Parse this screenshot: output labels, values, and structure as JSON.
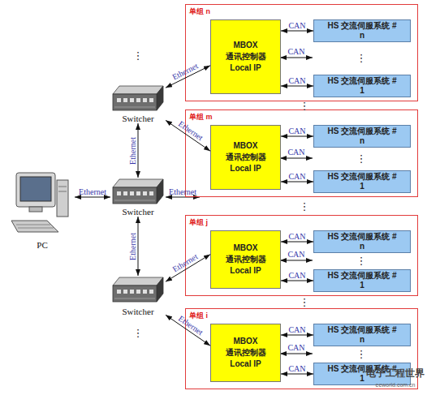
{
  "diagram": {
    "nodes": [
      {
        "text": [
          "单组 n"
        ]
      },
      {
        "text": [
          "MBOX",
          "通讯控制器",
          "Local IP"
        ],
        "in": 0
      },
      {
        "text": [
          "HS 交流伺服系统 # n"
        ],
        "in": 0
      },
      {
        "text": [
          "HS 交流伺服系统 # 1"
        ],
        "in": 0
      },
      {
        "text": [
          "单组 m"
        ]
      },
      {
        "text": [
          "MBOX",
          "通讯控制器",
          "Local IP"
        ],
        "in": 4
      },
      {
        "text": [
          "HS 交流伺服系统 # n"
        ],
        "in": 4
      },
      {
        "text": [
          "HS 交流伺服系统 # 1"
        ],
        "in": 4
      },
      {
        "text": [
          "单组 j"
        ]
      },
      {
        "text": [
          "MBOX",
          "通讯控制器",
          "Local IP"
        ],
        "in": 8
      },
      {
        "text": [
          "HS 交流伺服系统 # n"
        ],
        "in": 8
      },
      {
        "text": [
          "HS 交流伺服系统 # 1"
        ],
        "in": 8
      },
      {
        "text": [
          "单组 i"
        ]
      },
      {
        "text": [
          "MBOX",
          "通讯控制器",
          "Local IP"
        ],
        "in": 12
      },
      {
        "text": [
          "HS 交流伺服系统 # n"
        ],
        "in": 12
      },
      {
        "text": [
          "HS 交流伺服系统 # 1"
        ],
        "in": 12
      },
      {
        "text": [
          "Switcher"
        ]
      },
      {
        "text": [
          "PC"
        ]
      },
      {
        "text": [
          "Switcher"
        ]
      },
      {
        "text": [
          "Switcher"
        ]
      }
    ],
    "edges": [
      {
        "from": 17,
        "to": 18,
        "label": "Ethernet",
        "arrow": "both"
      },
      {
        "from": 18,
        "to": 16,
        "label": "Ethernet",
        "arrow": "both"
      },
      {
        "from": 19,
        "to": 18,
        "label": "Ethernet",
        "arrow": "both"
      },
      {
        "from": 16,
        "to": 1,
        "label": "Ethernet",
        "arrow": "both"
      },
      {
        "from": 16,
        "to": 5,
        "label": "Ethernet",
        "arrow": "both"
      },
      {
        "from": 19,
        "to": 9,
        "label": "Ethernet",
        "arrow": "both"
      },
      {
        "from": 19,
        "to": 13,
        "label": "Ethernet",
        "arrow": "both"
      },
      {
        "from": 1,
        "to": 2,
        "label": "CAN",
        "arrow": "both"
      },
      {
        "from": 1,
        "to": 3,
        "label": "CAN",
        "arrow": "both"
      },
      {
        "from": 5,
        "to": 6,
        "label": "CAN",
        "arrow": "both"
      },
      {
        "from": 5,
        "to": 7,
        "label": "CAN",
        "arrow": "both"
      },
      {
        "from": 9,
        "to": 10,
        "label": "CAN",
        "arrow": "both"
      },
      {
        "from": 9,
        "to": 11,
        "label": "CAN",
        "arrow": "both"
      },
      {
        "from": 13,
        "to": 14,
        "label": "CAN",
        "arrow": "both"
      },
      {
        "from": 13,
        "to": 15,
        "label": "CAN",
        "arrow": "both"
      }
    ],
    "labels": [
      "⋮",
      "Ethernet",
      "⋮",
      "CAN",
      "⋮",
      "CAN",
      "⋮",
      "⋮",
      "CAN",
      "⋮",
      "⋮",
      "CAN",
      "⋮",
      "⋮",
      "电子工程世界",
      "eeworld.com.cn"
    ]
  }
}
